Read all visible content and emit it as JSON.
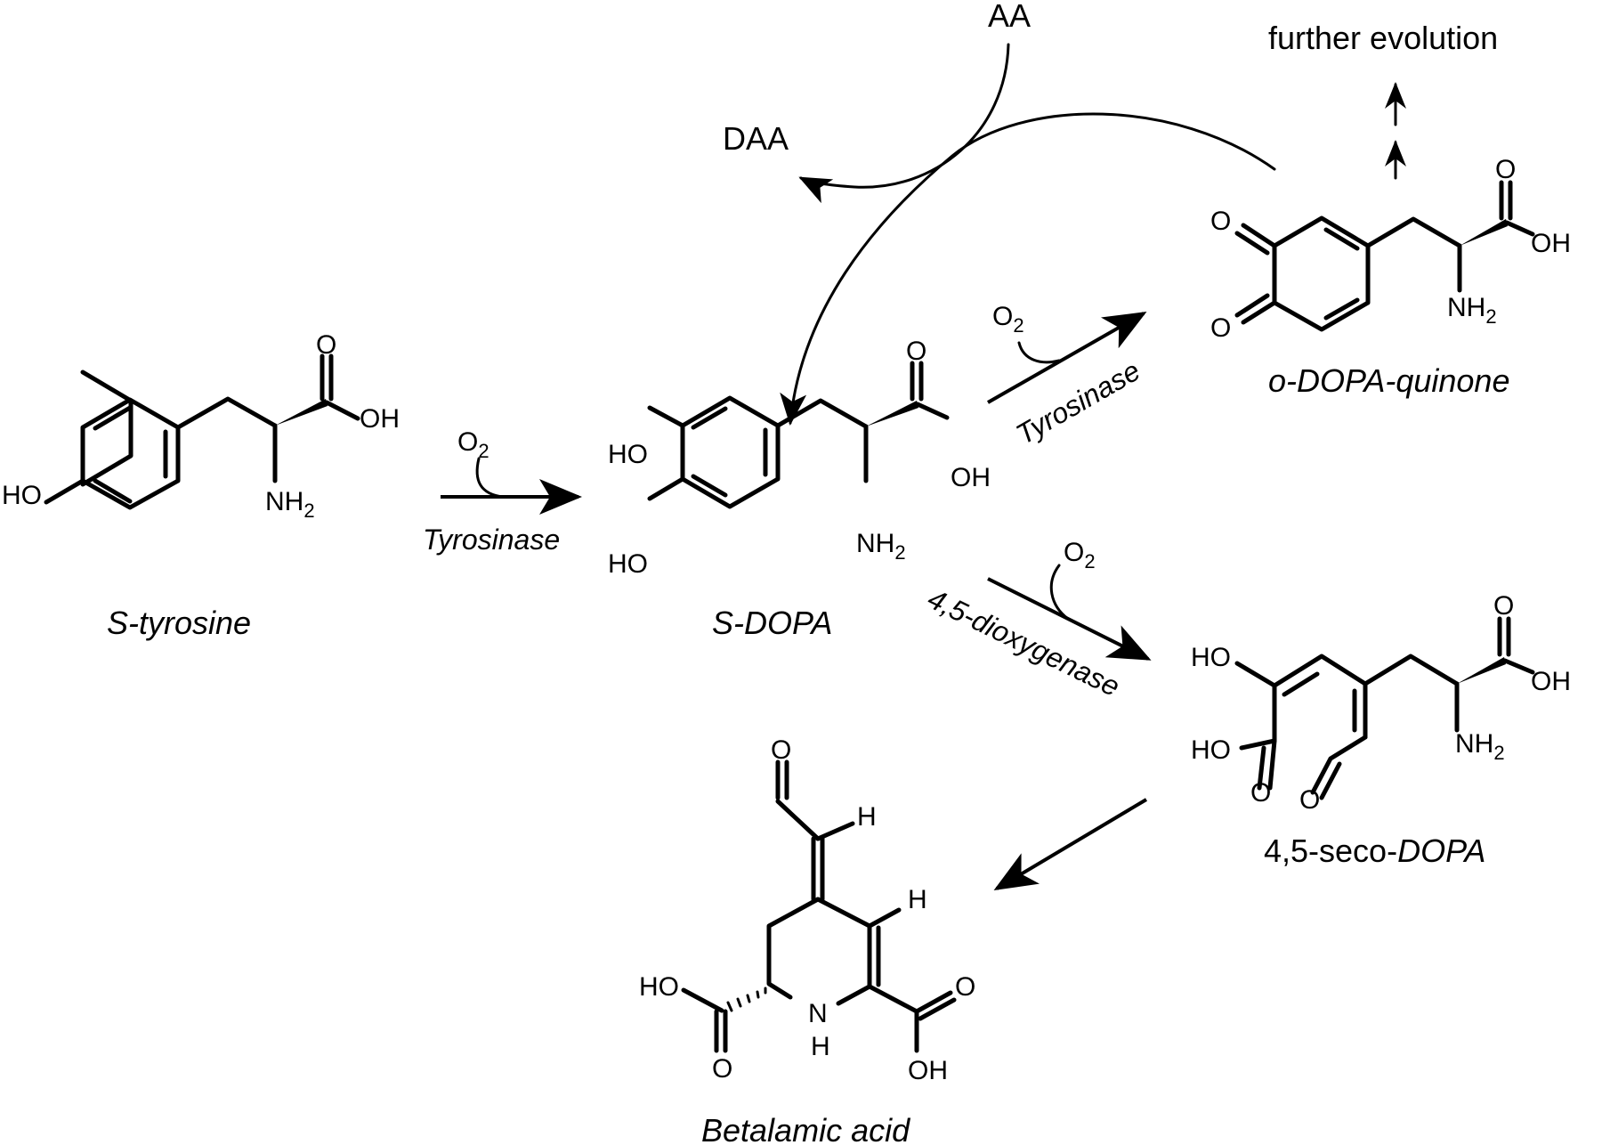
{
  "diagram": {
    "type": "biosynthetic pathway",
    "compounds": {
      "tyrosine": {
        "name": "S-tyrosine",
        "atoms": {
          "ho": "HO",
          "oh": "OH",
          "o": "O",
          "nh2": "NH",
          "nh2_sub": "2"
        }
      },
      "dopa": {
        "name": "S-DOPA",
        "atoms": {
          "ho1": "HO",
          "ho2": "HO",
          "oh": "OH",
          "o": "O",
          "nh2": "NH",
          "nh2_sub": "2"
        }
      },
      "quinone": {
        "name": "o-DOPA-quinone",
        "atoms": {
          "o1": "O",
          "o2": "O",
          "o": "O",
          "oh": "OH",
          "nh2": "NH",
          "nh2_sub": "2"
        }
      },
      "seco": {
        "name_prefix": "4,5-seco-",
        "name_main": "DOPA",
        "atoms": {
          "ho1": "HO",
          "ho2": "HO",
          "o1": "O",
          "o2": "O",
          "o": "O",
          "oh": "OH",
          "nh2": "NH",
          "nh2_sub": "2"
        }
      },
      "betalamic": {
        "name": "Betalamic acid",
        "atoms": {
          "o_top": "O",
          "h1": "H",
          "h2": "H",
          "ho": "HO",
          "o_left": "O",
          "n": "N",
          "nh": "H",
          "o_right": "O",
          "oh": "OH"
        }
      }
    },
    "reactions": {
      "r1": {
        "reagent": "O",
        "reagent_sub": "2",
        "enzyme": "Tyrosinase"
      },
      "r2": {
        "reagent": "O",
        "reagent_sub": "2",
        "enzyme": "Tyrosinase"
      },
      "r3": {
        "reagent": "O",
        "reagent_sub": "2",
        "enzyme": "4,5-dioxygenase"
      },
      "r4": {
        "label": ""
      },
      "recycle": {
        "in": "AA",
        "out": "DAA"
      },
      "further": {
        "label": "further evolution"
      }
    }
  }
}
